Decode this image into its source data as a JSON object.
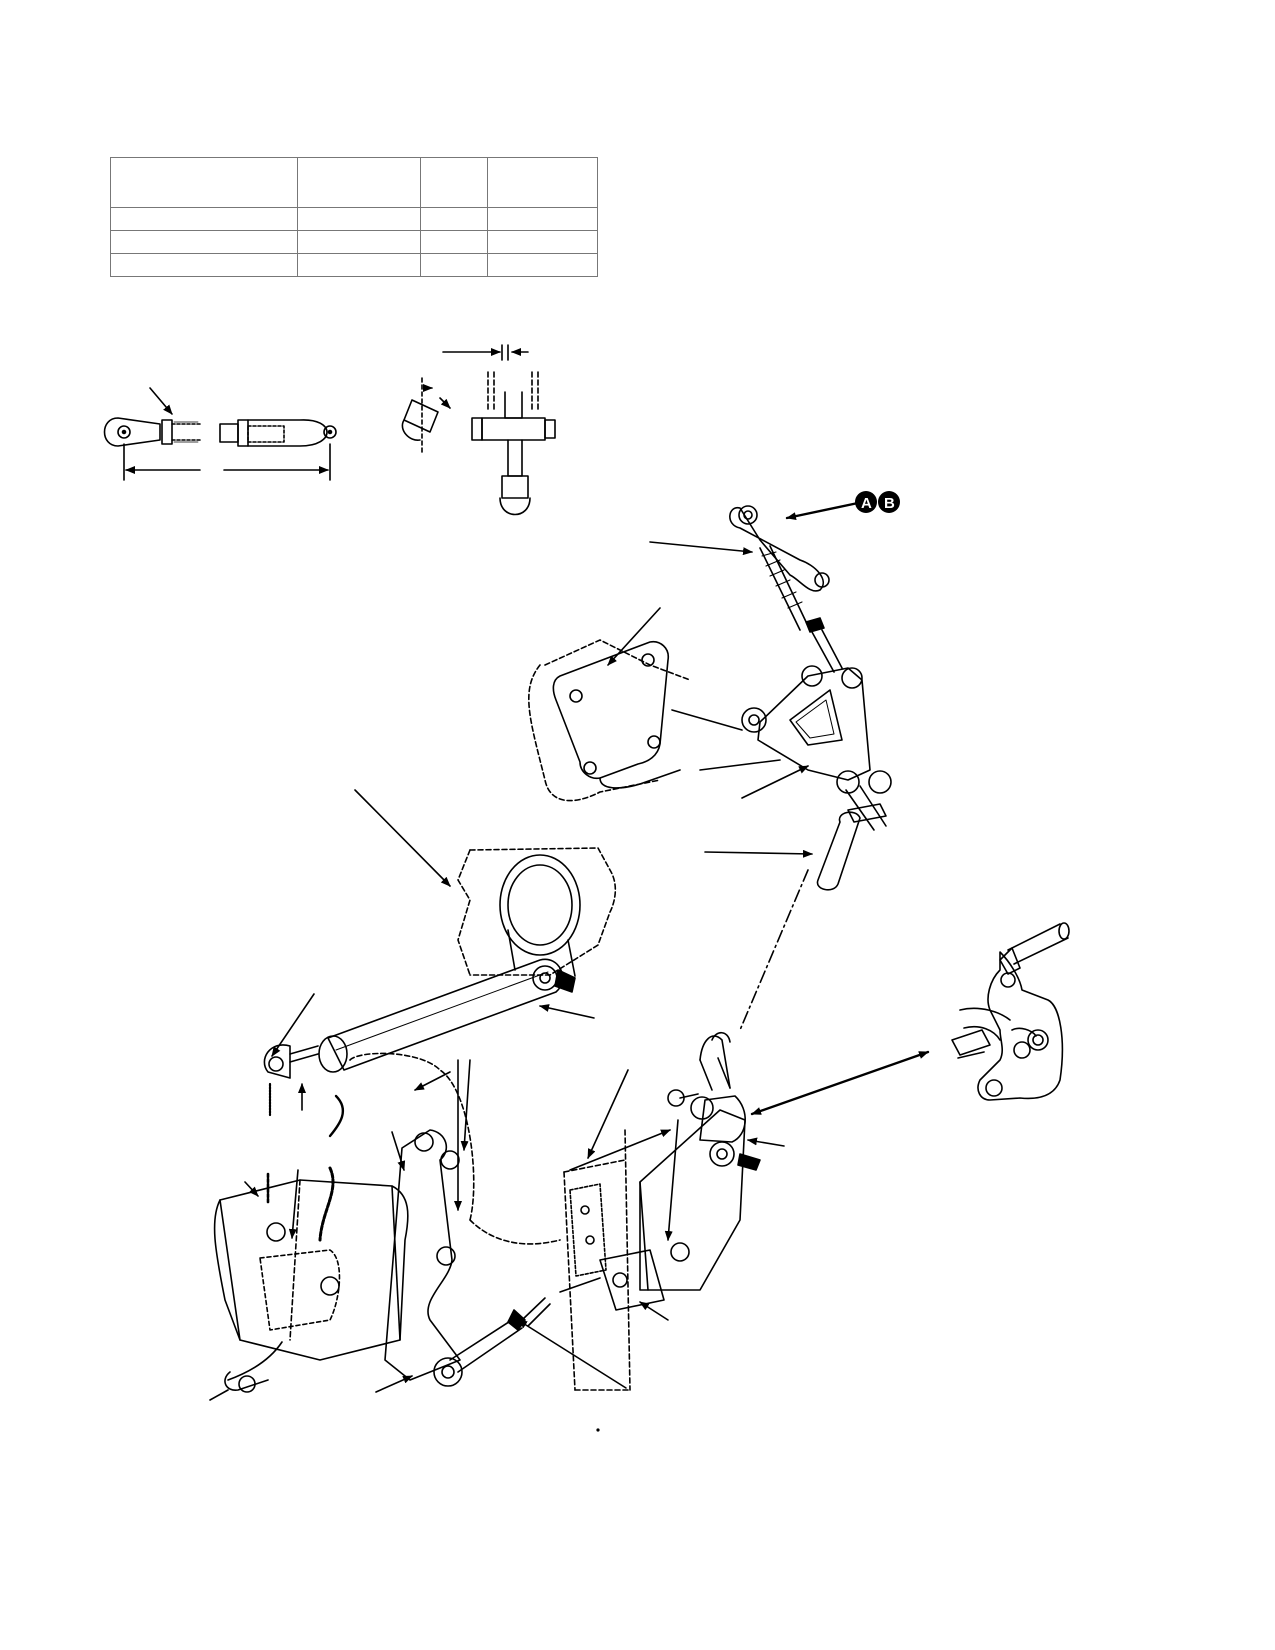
{
  "spec_table": {
    "rows": [
      [
        "",
        "",
        "",
        ""
      ],
      [
        "",
        "",
        "",
        ""
      ],
      [
        "",
        "",
        "",
        ""
      ],
      [
        "",
        "",
        "",
        ""
      ]
    ]
  },
  "callout": {
    "markers": [
      "A",
      "B"
    ],
    "fill_color": "#000000",
    "text_color": "#ffffff"
  },
  "icons": [
    "rod-end-detail",
    "clevis-detail",
    "bellcrank-assembly",
    "push-rod",
    "ring-bracket",
    "actuator-cylinder",
    "lever-assembly",
    "mounting-bracket",
    "inset-bracket"
  ]
}
